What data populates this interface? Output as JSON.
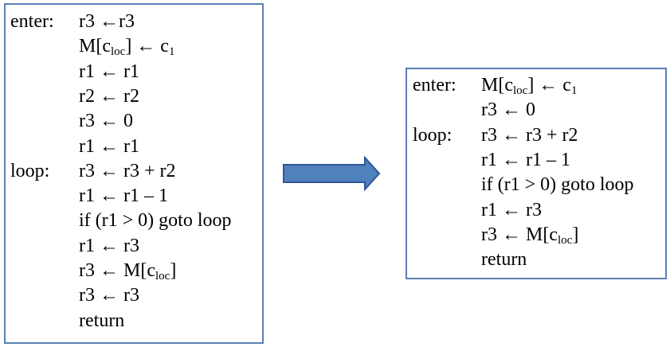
{
  "left_program": {
    "lines": [
      {
        "label": "enter:",
        "parts": [
          "r3 ←r3"
        ]
      },
      {
        "label": "",
        "parts": [
          "M[c",
          "loc",
          "] ← c",
          "1"
        ]
      },
      {
        "label": "",
        "parts": [
          "r1 ← r1"
        ]
      },
      {
        "label": "",
        "parts": [
          "r2 ← r2"
        ]
      },
      {
        "label": "",
        "parts": [
          "r3 ← 0"
        ]
      },
      {
        "label": "",
        "parts": [
          "r1 ← r1"
        ]
      },
      {
        "label": "loop:",
        "parts": [
          "r3 ← r3 + r2"
        ]
      },
      {
        "label": "",
        "parts": [
          "r1 ← r1 – 1"
        ]
      },
      {
        "label": "",
        "parts": [
          "if (r1 > 0) goto loop"
        ]
      },
      {
        "label": "",
        "parts": [
          "r1 ← r3"
        ]
      },
      {
        "label": "",
        "parts": [
          "r3 ← M[c",
          "loc",
          "]"
        ]
      },
      {
        "label": "",
        "parts": [
          "r3 ← r3"
        ]
      },
      {
        "label": "",
        "parts": [
          "return"
        ]
      }
    ]
  },
  "right_program": {
    "lines": [
      {
        "label": "enter:",
        "parts": [
          "M[c",
          "loc",
          "] ← c",
          "1"
        ]
      },
      {
        "label": "",
        "parts": [
          "r3 ← 0"
        ]
      },
      {
        "label": "loop:",
        "parts": [
          "r3 ← r3 + r2"
        ]
      },
      {
        "label": "",
        "parts": [
          "r1 ← r1 – 1"
        ]
      },
      {
        "label": "",
        "parts": [
          "if (r1 > 0) goto loop"
        ]
      },
      {
        "label": "",
        "parts": [
          "r1 ← r3"
        ]
      },
      {
        "label": "",
        "parts": [
          "r3 ← M[c",
          "loc",
          "]"
        ]
      },
      {
        "label": "",
        "parts": [
          "return"
        ]
      }
    ]
  },
  "colors": {
    "box_border": "#5b7fb5",
    "arrow_fill": "#4f81bd",
    "arrow_stroke": "#2f5597"
  },
  "arrow_icon": "right-arrow-icon"
}
